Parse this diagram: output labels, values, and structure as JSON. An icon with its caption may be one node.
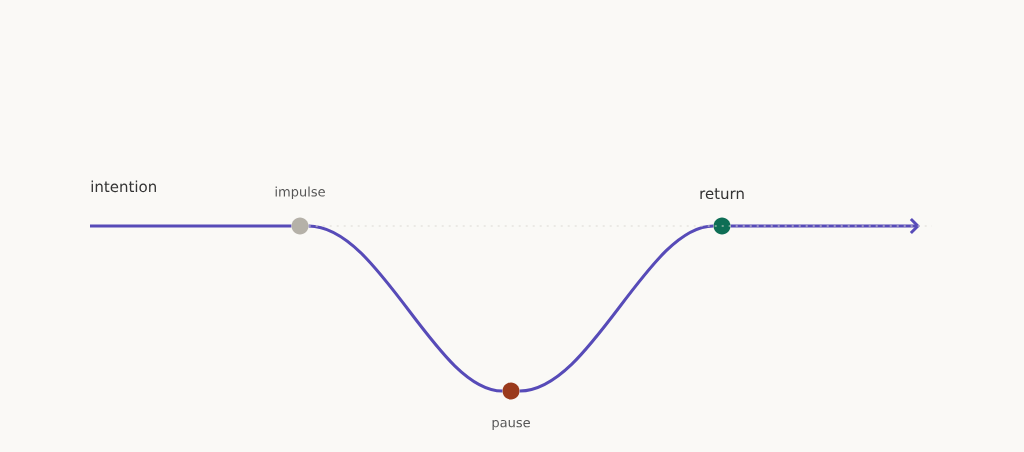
{
  "diagram": {
    "nodes": [
      {
        "text": [
          "impulse"
        ]
      },
      {
        "text": [
          "pause"
        ]
      },
      {
        "text": [
          "return"
        ]
      }
    ],
    "edges": [
      {
        "from": null,
        "to": 0,
        "arrow": "none"
      },
      {
        "from": 0,
        "to": 1,
        "arrow": "none"
      },
      {
        "from": 1,
        "to": 2,
        "arrow": "none"
      },
      {
        "from": 2,
        "to": null,
        "arrow": "to"
      },
      {
        "from": 0,
        "to": null,
        "arrow": "none",
        "style": "dashed",
        "color": "#dcdad4"
      }
    ],
    "labels": [
      "intention"
    ]
  }
}
